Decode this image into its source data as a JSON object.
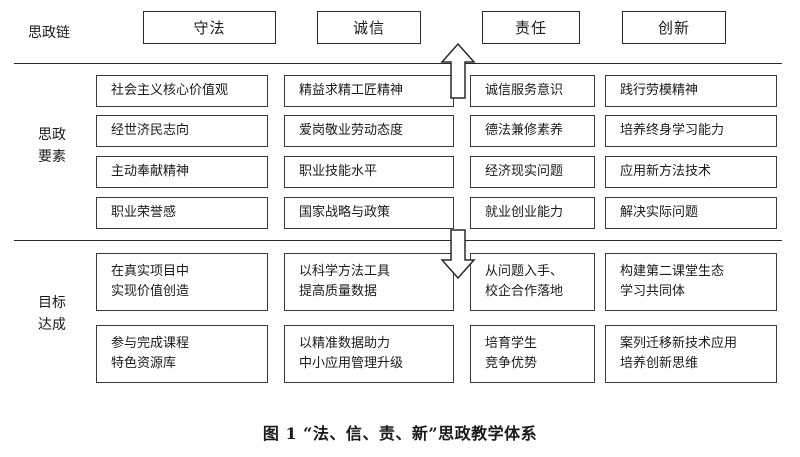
{
  "header": {
    "label": "思政链",
    "items": [
      "守法",
      "诚信",
      "责任",
      "创新"
    ]
  },
  "elements_row": {
    "label_lines": [
      "思政",
      "要素"
    ],
    "columns": [
      [
        "社会主义核心价值观",
        "经世济民志向",
        "主动奉献精神",
        "职业荣誉感"
      ],
      [
        "精益求精工匠精神",
        "爱岗敬业劳动态度",
        "职业技能水平",
        "国家战略与政策"
      ],
      [
        "诚信服务意识",
        "德法兼修素养",
        "经济现实问题",
        "就业创业能力"
      ],
      [
        "践行劳模精神",
        "培养终身学习能力",
        "应用新方法技术",
        "解决实际问题"
      ]
    ]
  },
  "goals_row": {
    "label_lines": [
      "目标",
      "达成"
    ],
    "columns": [
      [
        [
          "在真实项目中",
          "实现价值创造"
        ],
        [
          "参与完成课程",
          "特色资源库"
        ]
      ],
      [
        [
          "以科学方法工具",
          "提高质量数据"
        ],
        [
          "以精准数据助力",
          "中小应用管理升级"
        ]
      ],
      [
        [
          "从问题入手、",
          "校企合作落地"
        ],
        [
          "培育学生",
          "竞争优势"
        ]
      ],
      [
        [
          "构建第二课堂生态",
          "学习共同体"
        ],
        [
          "案列迁移新技术应用",
          "培养创新思维"
        ]
      ]
    ]
  },
  "caption": "图 1    “法、信、责、新”思政教学体系"
}
